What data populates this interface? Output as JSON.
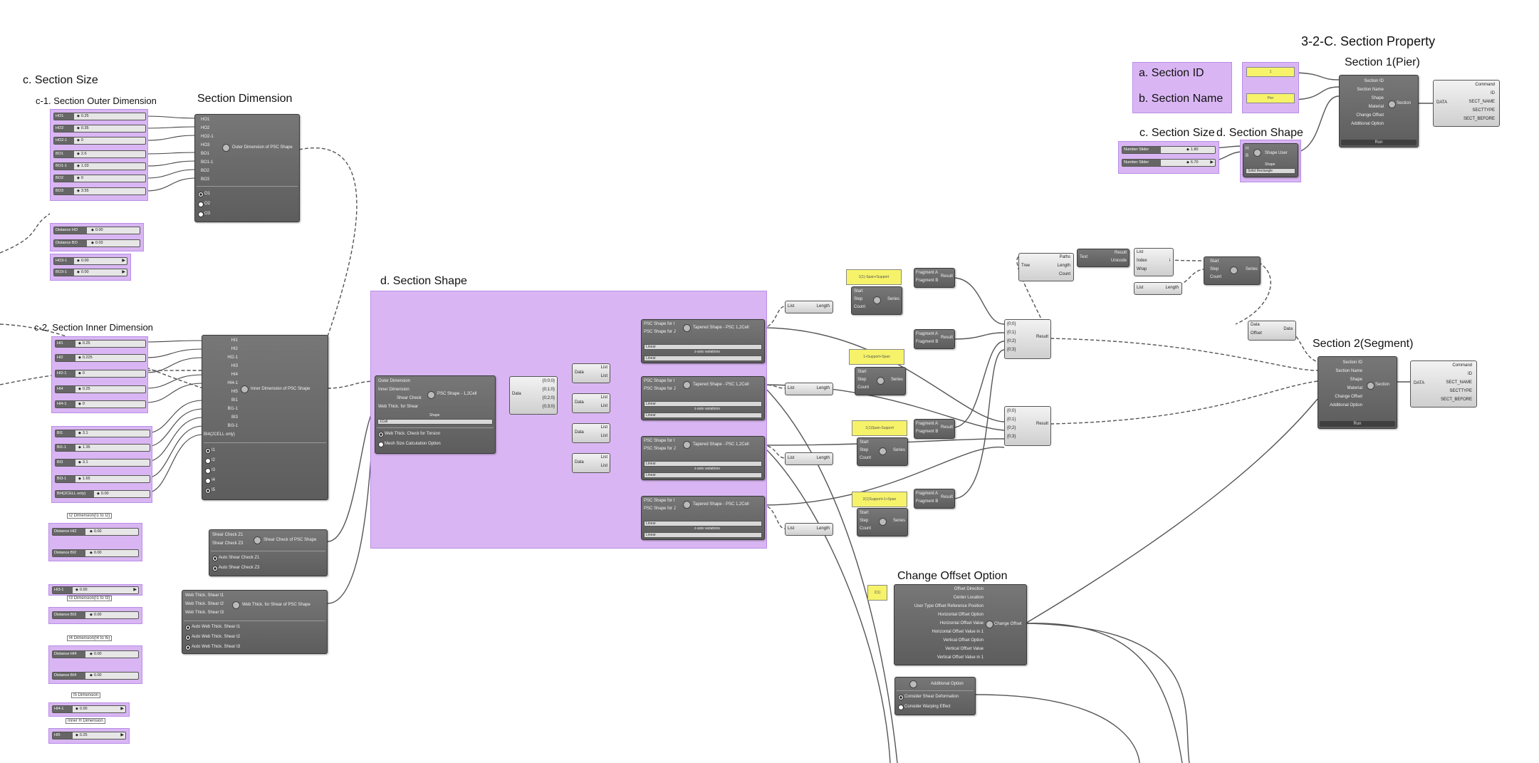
{
  "headers": {
    "section_property": "3-2-C. Section Property",
    "section_size": "c. Section Size",
    "outer_dim": "c-1. Section Outer Dimension",
    "section_dimension": "Section Dimension",
    "inner_dim": "c-2. Section Inner Dimension",
    "section_shape": "d. Section Shape",
    "tapered_shape": "Tapered Shape",
    "psc_shape": "PSC Shape",
    "change_offset": "Change Offset Option",
    "section1": "Section 1(Pier)",
    "section2": "Section 2(Segment)",
    "a_id": "a. Section ID",
    "b_name": "b. Section Name",
    "c_size2": "c. Section Size",
    "d_shape2": "d. Section Shape"
  },
  "outer_sliders": [
    {
      "label": "HO1",
      "value": "0.25"
    },
    {
      "label": "HO2",
      "value": "0.35"
    },
    {
      "label": "HO2-1",
      "value": "0"
    },
    {
      "label": "BO1",
      "value": "2.6"
    },
    {
      "label": "BO1-1",
      "value": "1.03"
    },
    {
      "label": "BO2",
      "value": "0"
    },
    {
      "label": "BO3",
      "value": "3.55"
    }
  ],
  "outer_sliders2": [
    {
      "label": "Distance HO",
      "value": "0.00"
    },
    {
      "label": "Distance BO",
      "value": "0.03"
    }
  ],
  "outer_sliders3": [
    {
      "label": "HO3-1",
      "value": "0.00"
    },
    {
      "label": "BO3-1",
      "value": "0.00"
    }
  ],
  "outer_comp": {
    "inputs": [
      "HO1",
      "HO2",
      "HO2-1",
      "HO3",
      "BO1",
      "BO1-1",
      "BO2",
      "BO3"
    ],
    "name": "Outer Dimension of PSC Shape",
    "options": [
      "O1",
      "O2",
      "O3"
    ]
  },
  "inner_sliders": [
    {
      "label": "HI1",
      "value": "0.25"
    },
    {
      "label": "HI2",
      "value": "0.225"
    },
    {
      "label": "HI2-1",
      "value": "0"
    },
    {
      "label": "HI4",
      "value": "0.25"
    },
    {
      "label": "HI4-1",
      "value": "0"
    }
  ],
  "inner_sliders2": [
    {
      "label": "BI1",
      "value": "3.1"
    },
    {
      "label": "BI1-1",
      "value": "1.35"
    },
    {
      "label": "BI3",
      "value": "3.1"
    },
    {
      "label": "BI3-1",
      "value": "1.65"
    },
    {
      "label": "BI4(2CELL only)",
      "value": "0.00"
    }
  ],
  "inner_comp": {
    "inputs": [
      "HI1",
      "HI2",
      "HI2-1",
      "HI3",
      "HI4",
      "HI4-1",
      "HI5",
      "BI1",
      "BI1-1",
      "BI3",
      "BI3-1",
      "BI4(2CELL only)"
    ],
    "name": "Inner Dimension of PSC Shape",
    "options": [
      "I1",
      "I2",
      "I3",
      "I4",
      "I5"
    ]
  },
  "notes": {
    "i2": "I2 Dimension(I1 to I2)",
    "i3": "I3 Dimension(I1 to I3)",
    "i4": "I4 Dimension(I4 to I5)",
    "i5": "I5 Dimension",
    "inner_h": "Inner H Dimension"
  },
  "dist_sliders": [
    {
      "label": "Distance HI2",
      "value": "0.00"
    },
    {
      "label": "Distance BI2",
      "value": "0.00"
    }
  ],
  "hi3_slider": {
    "label": "HI3-1",
    "value": "0.00"
  },
  "dist_bi3": {
    "label": "Distance BI3",
    "value": "0.00"
  },
  "dist_i4": [
    {
      "label": "Distance HI4",
      "value": "0.00"
    },
    {
      "label": "Distance BI4",
      "value": "0.00"
    }
  ],
  "hi4_1b": {
    "label": "HI4-1",
    "value": "0.00"
  },
  "hi5": {
    "label": "HI5",
    "value": "0.25"
  },
  "shear_check": {
    "inputs": [
      "Shear Check Z1",
      "Shear Check Z3"
    ],
    "name": "Shear Check of PSC Shape",
    "options": [
      "Auto Shear Check Z1",
      "Auto Shear Check Z3"
    ]
  },
  "web_thick": {
    "inputs": [
      "Web Thick. Shear t1",
      "Web Thick. Shear t2",
      "Web Thick. Shear t3"
    ],
    "name": "Web Thick. for Shear of PSC Shape",
    "options": [
      "Auto Web Thick. Shear t1",
      "Auto Web Thick. Shear t2",
      "Auto Web Thick. Shear t3"
    ]
  },
  "psc_comp": {
    "inputs": [
      "Outer Dimension",
      "Inner Dimension",
      "Shear Check",
      "Web Thick. for Shear"
    ],
    "name": "PSC Shape - 1,2Cell",
    "drop_label": "Shape",
    "drop_value": "1Cell",
    "options": [
      "Web Thick. Check for Torsion",
      "Mesh Size Calculation Option"
    ]
  },
  "tree_paths": [
    "{0;0;0}",
    "{0;1;0}",
    "{0;2;0}",
    "{0;3;0}"
  ],
  "list_labels": [
    "List",
    "List"
  ],
  "tapered": {
    "inputs": [
      "PSC Shape for I",
      "PSC Shape for J"
    ],
    "name": "Tapered Shape - PSC 1,2Cell",
    "sub1": "Linear",
    "sub_label": "z-axis variations",
    "sub2": "Linear"
  },
  "list_length": {
    "in": "List",
    "name": "Length"
  },
  "series": {
    "inputs": [
      "Start",
      "Step",
      "Count"
    ],
    "name": "Series"
  },
  "yellow_panels": [
    "1(1)-Span+Support",
    "1+Support+Span",
    "1(1)Span-Support",
    "2(1)Support+1+Span"
  ],
  "merge": {
    "inputs": [
      "Fragment A",
      "Fragment B"
    ],
    "name": "Result"
  },
  "entwine": {
    "inputs": [
      "{0;0}",
      "{0;1}",
      "{0;2}",
      "{0;3}"
    ],
    "name": "Result"
  },
  "tree_comp": {
    "left": "Tree",
    "outputs": [
      "Paths",
      "Length",
      "Count"
    ]
  },
  "text_comp": {
    "left": "Text",
    "name": "Result",
    "sub": "Unicode"
  },
  "list_item": {
    "inputs": [
      "List",
      "Index",
      "Wrap"
    ],
    "name": "i"
  },
  "series2": {
    "inputs": [
      "Start",
      "Step",
      "Count"
    ],
    "name": "Series"
  },
  "data_offset": {
    "inputs": [
      "Data",
      "Offset"
    ],
    "name": "Data"
  },
  "section_comp": {
    "inputs": [
      "Section ID",
      "Section Name",
      "Shape",
      "Material",
      "Change Offset",
      "Additional Option"
    ],
    "name": "Section",
    "run": "Run"
  },
  "midas_out": {
    "left": "DATA",
    "outputs": [
      "Command",
      "ID",
      "SECT_NAME",
      "SECTTYPE",
      "SECT_BEFORE"
    ]
  },
  "id_panel": "1",
  "name_panel": "Pier",
  "size_sliders": [
    {
      "label": "Number Slider",
      "value": "1.80"
    },
    {
      "label": "Number Slider",
      "value": "6.70"
    }
  ],
  "shape_user": {
    "inputs": [
      "H",
      "B"
    ],
    "name": "Shape User",
    "drop_label": "Shape",
    "drop_value": "Solid Rectangle"
  },
  "offset_panel": "2(1)",
  "offset_comp": {
    "inputs": [
      "Offset Direction",
      "Center Location",
      "User Type Offset Reference Position",
      "Horizontal Offset Option",
      "Horizontal Offset Value",
      "Horizontal Offset Value in 1",
      "Vertical Offset Option",
      "Vertical Offset Value",
      "Vertical Offset Value in 1"
    ],
    "name": "Change Offset"
  },
  "additional": {
    "name": "Additional Option",
    "options": [
      "Consider Shear Deformation",
      "Consider Warping Effect"
    ]
  },
  "colors": {
    "group": "#d9b6f3",
    "component": "#666666",
    "panel": "#f6f36a",
    "canvas": "#ffffff"
  }
}
